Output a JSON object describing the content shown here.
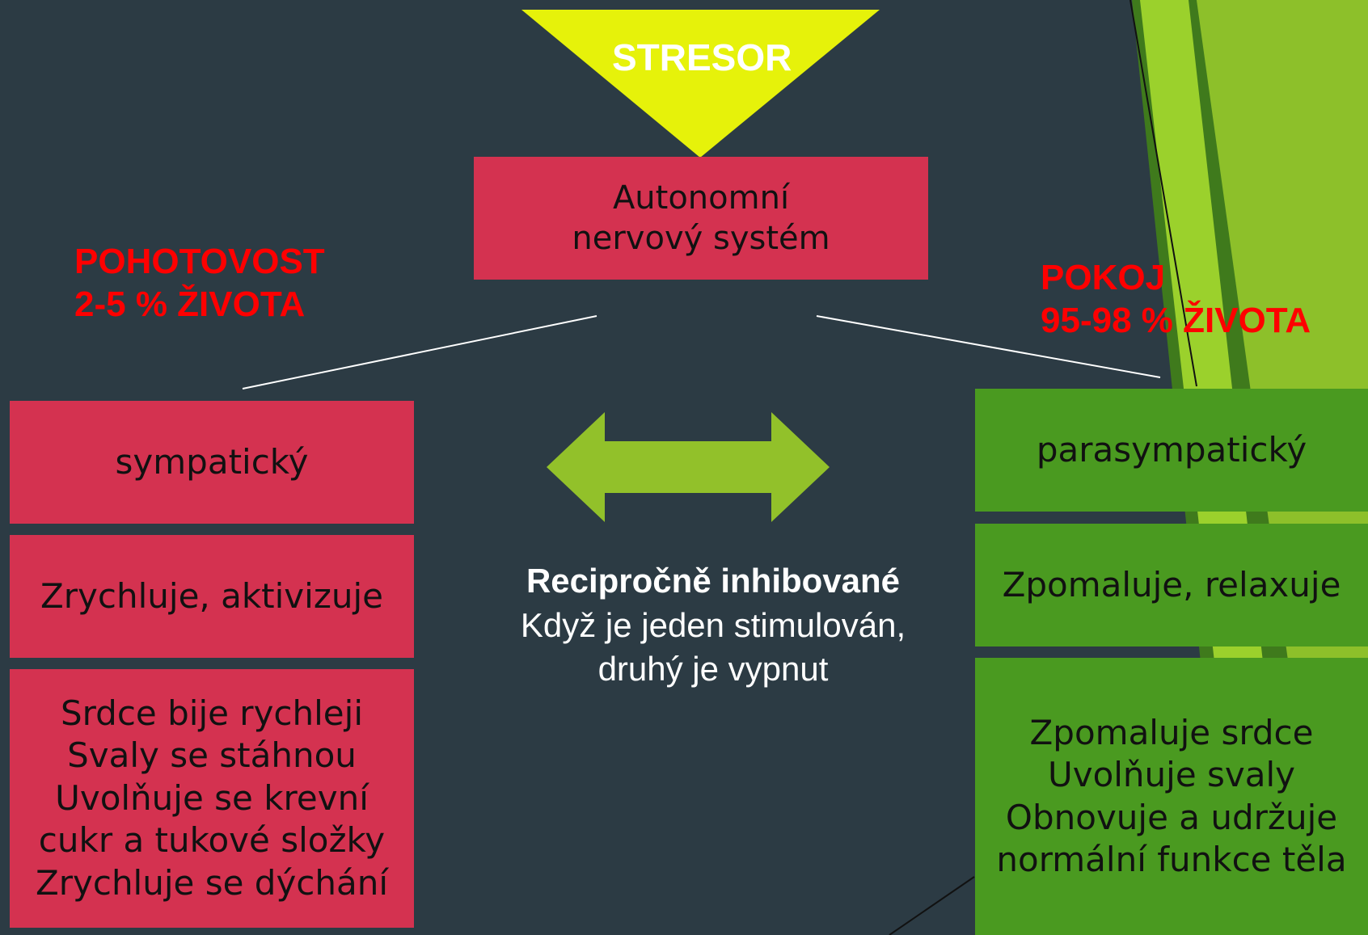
{
  "stressor": {
    "label": "STRESOR"
  },
  "autonomic": {
    "label": "Autonomní\nnervový systém"
  },
  "left": {
    "heading_line1": "POHOTOVOST",
    "heading_line2": "2-5 % ŽIVOTA",
    "title": "sympatický",
    "summary": "Zrychluje, aktivizuje",
    "effects": "Srdce bije rychleji\nSvaly se stáhnou\nUvolňuje se krevní\ncukr a tukové složky\nZrychluje se dýchání"
  },
  "right": {
    "heading_line1": "POKOJ",
    "heading_line2": "95-98 % ŽIVOTA",
    "title": "parasympatický",
    "summary": "Zpomaluje, relaxuje",
    "effects": "Zpomaluje srdce\nUvolňuje svaly\nObnovuje a udržuje\nnormální funkce těla"
  },
  "center": {
    "title": "Recipročně inhibované",
    "text": "Když je jeden stimulován,\ndruhý je vypnut"
  },
  "colors": {
    "background": "#2c3b44",
    "red_box": "#d43250",
    "green_box": "#4a9a20",
    "arrow": "#92c12a",
    "stressor": "#e6f20a",
    "alert_text": "#ff0000"
  }
}
